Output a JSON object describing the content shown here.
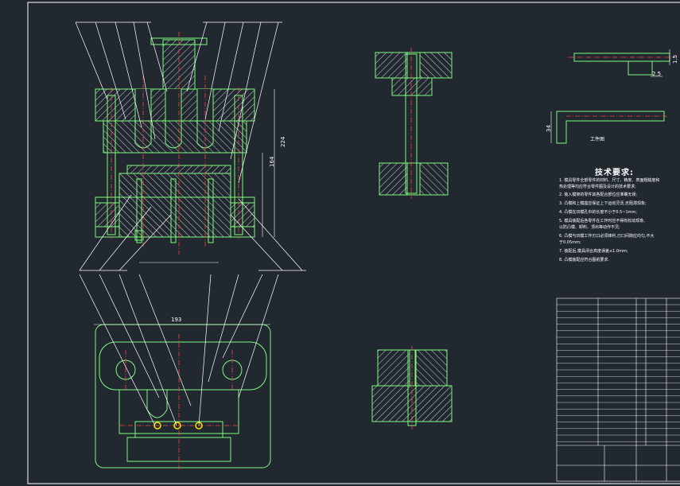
{
  "drawing": {
    "colors": {
      "background": "#212830",
      "frame": "#ffffff",
      "outline": "#7cfc7c",
      "center": "#ff4040",
      "leader": "#ffffff",
      "hatch": "#ffffff",
      "highlight": "#ffe000"
    },
    "dimensions": {
      "height_total": "224",
      "height_inner": "164",
      "width_plan": "193",
      "part_height": "34",
      "part_thick": "1.5",
      "part_len": "2.5"
    },
    "part_caption": "工件图",
    "notes": {
      "title": "技术要求:",
      "items": [
        "1. 模具零件全部零件的材料、尺寸、精度、表面粗糙度和",
        "   热处理等均应符合零件图及设计的技术要求;",
        "2. 装入模架的零件其各配合部位应准确无误;",
        "3. 凸模和上模座应保证上下运动灵活,无阻滞现象;",
        "4. 凸模在凹模孔中的长度不小于0.5~1mm;",
        "5. 模具装配后各零件在工作时应不得有松动现象,",
        "   以防凸模、卸料、顶出等动作不灵;",
        "6. 凸模与凹模工作刃口必须锋利,刃口间隙应均匀,不大",
        "   于0.05mm;",
        "7. 装配后,模具闭合高度误差≤1.0mm;",
        "8. 凸模装配应符合图纸要求."
      ]
    }
  }
}
